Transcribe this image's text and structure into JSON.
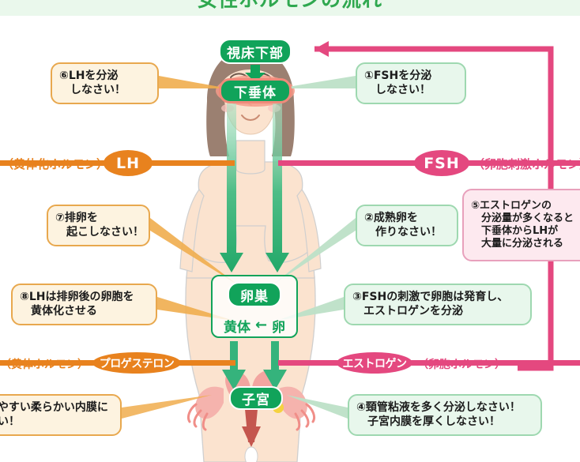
{
  "header": {
    "title": "女性ホルモンの流れ",
    "band_color": "#eaf8ec",
    "title_color": "#2fa84f"
  },
  "colors": {
    "organ_green": "#11a35a",
    "lh_orange": "#e8821e",
    "fsh_pink": "#e4487f",
    "bubble_green_bg": "#e8f7ec",
    "bubble_orange_bg": "#fdf3e0",
    "bubble_pink_bg": "#fde9ef"
  },
  "organs": {
    "hypothalamus": "視床下部",
    "pituitary": "下垂体",
    "ovary": "卵巣",
    "uterus": "子宮",
    "corpus_luteum": "黄体",
    "egg": "卵",
    "corpus_arrow": "←"
  },
  "hormones": {
    "lh": {
      "name": "LH",
      "label": "（黄体化ホルモン）",
      "color": "#e8821e"
    },
    "fsh": {
      "name": "FSH",
      "label": "（卵胞刺激ホルモン）",
      "color": "#e4487f"
    },
    "progesterone": {
      "name": "プロゲステロン",
      "label": "（黄体ホルモン）",
      "color": "#e8821e"
    },
    "estrogen": {
      "name": "エストロゲン",
      "label": "（卵胞ホルモン）",
      "color": "#e4487f"
    }
  },
  "callouts": {
    "step1": "①FSHを分泌\n　しなさい！",
    "step2": "②成熟卵を\n　作りなさい！",
    "step3": "③FSHの刺激で卵胞は発育し、\n　エストロゲンを分泌",
    "step4": "④頸管粘液を多く分泌しなさい！\n　子宮内膜を厚くしなさい！",
    "step5": "⑤エストロゲンの\n　分泌量が多くなると\n　下垂体からLHが\n　大量に分泌される",
    "step6": "⑥LHを分泌\n　しなさい！",
    "step7": "⑦排卵を\n　起こしなさい！",
    "step8": "⑧LHは排卵後の卵胞を\n　黄体化させる",
    "step9": "着床しやすい柔らかい内膜に\nしなさい！"
  }
}
